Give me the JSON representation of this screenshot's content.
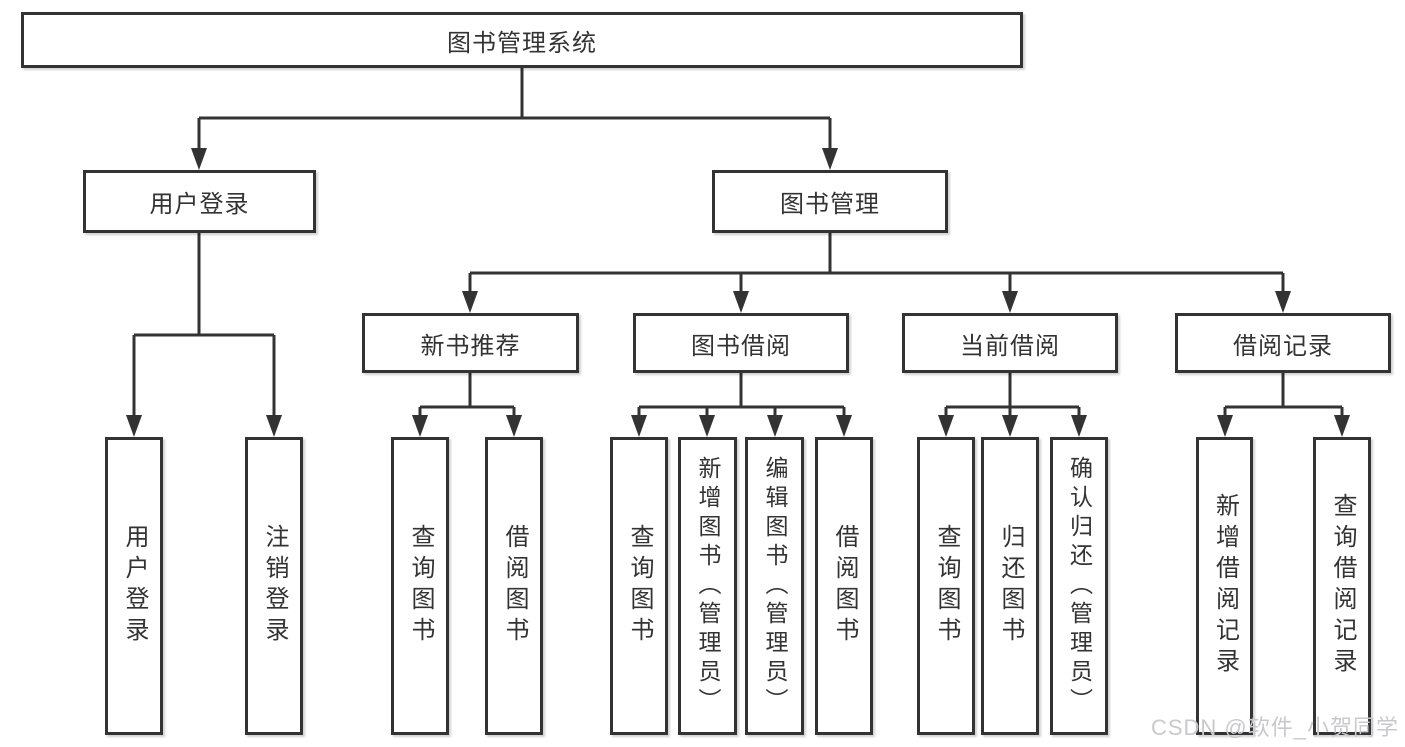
{
  "tree": {
    "root": {
      "label": "图书管理系统"
    },
    "branches": [
      {
        "label": "用户登录",
        "leaves": [
          {
            "label": "用户登录"
          },
          {
            "label": "注销登录"
          }
        ]
      },
      {
        "label": "图书管理",
        "groups": [
          {
            "label": "新书推荐",
            "leaves": [
              {
                "label": "查询图书"
              },
              {
                "label": "借阅图书"
              }
            ]
          },
          {
            "label": "图书借阅",
            "leaves": [
              {
                "label": "查询图书"
              },
              {
                "label": "新增图书（管理员）"
              },
              {
                "label": "编辑图书（管理员）"
              },
              {
                "label": "借阅图书"
              }
            ]
          },
          {
            "label": "当前借阅",
            "leaves": [
              {
                "label": "查询图书"
              },
              {
                "label": "归还图书"
              },
              {
                "label": "确认归还（管理员）"
              }
            ]
          },
          {
            "label": "借阅记录",
            "leaves": [
              {
                "label": "新增借阅记录"
              },
              {
                "label": "查询借阅记录"
              }
            ]
          }
        ]
      }
    ]
  },
  "watermark": "CSDN @软件_小贺同学",
  "colors": {
    "line": "#333333",
    "text": "#333333",
    "box_background": "#ffffff",
    "watermark": "#c9c9cc",
    "page_background": "#ffffff"
  }
}
